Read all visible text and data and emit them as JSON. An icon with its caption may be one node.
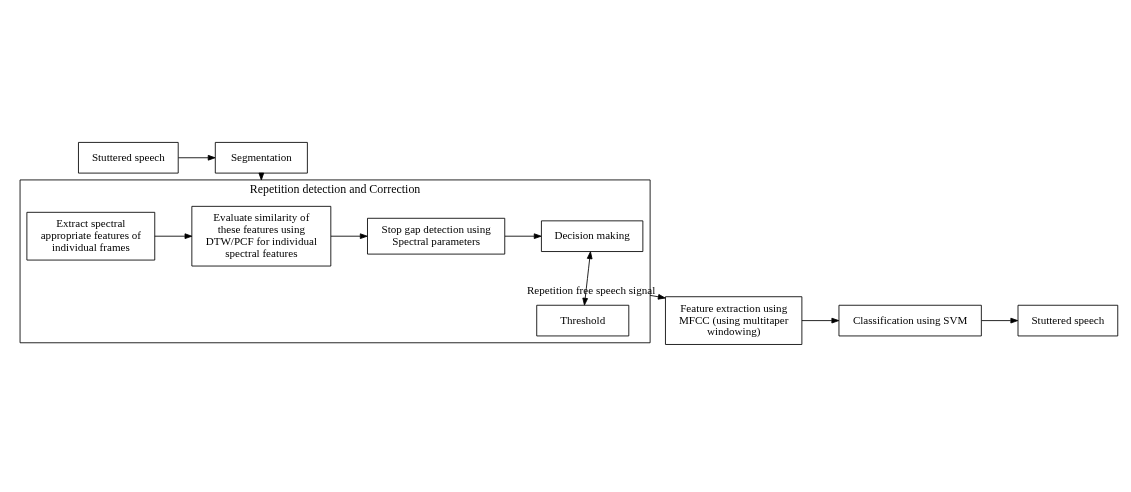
{
  "diagram": {
    "nodes": [
      {
        "text": [
          "Stuttered speech"
        ]
      },
      {
        "text": [
          "Segmentation"
        ]
      },
      {
        "text": [
          "Repetition detection and Correction"
        ]
      },
      {
        "text": [
          "Extract spectral appropriate features of individual frames"
        ],
        "in": 2
      },
      {
        "text": [
          "Evaluate similarity of these features using DTW/PCF for individual spectral features"
        ],
        "in": 2
      },
      {
        "text": [
          "Stop gap detection using Spectral parameters"
        ],
        "in": 2
      },
      {
        "text": [
          "Decision making"
        ],
        "in": 2
      },
      {
        "text": [
          "Threshold"
        ],
        "in": 2
      },
      {
        "text": [
          "Feature extraction using MFCC (using multitaper windowing)"
        ]
      },
      {
        "text": [
          "Classification using SVM"
        ]
      },
      {
        "text": [
          "Stuttered speech"
        ]
      }
    ],
    "edges": [
      {
        "from": 0,
        "to": 1,
        "arrow": "to"
      },
      {
        "from": 1,
        "to": 2,
        "arrow": "to"
      },
      {
        "from": 3,
        "to": 4,
        "arrow": "to"
      },
      {
        "from": 4,
        "to": 5,
        "arrow": "to"
      },
      {
        "from": 5,
        "to": 6,
        "arrow": "to"
      },
      {
        "from": 6,
        "to": 7,
        "arrow": "both"
      },
      {
        "from": 2,
        "to": 8,
        "arrow": "to",
        "label": "Repetition free speech signal"
      },
      {
        "from": 8,
        "to": 9,
        "arrow": "to"
      },
      {
        "from": 9,
        "to": 10,
        "arrow": "to"
      }
    ]
  }
}
